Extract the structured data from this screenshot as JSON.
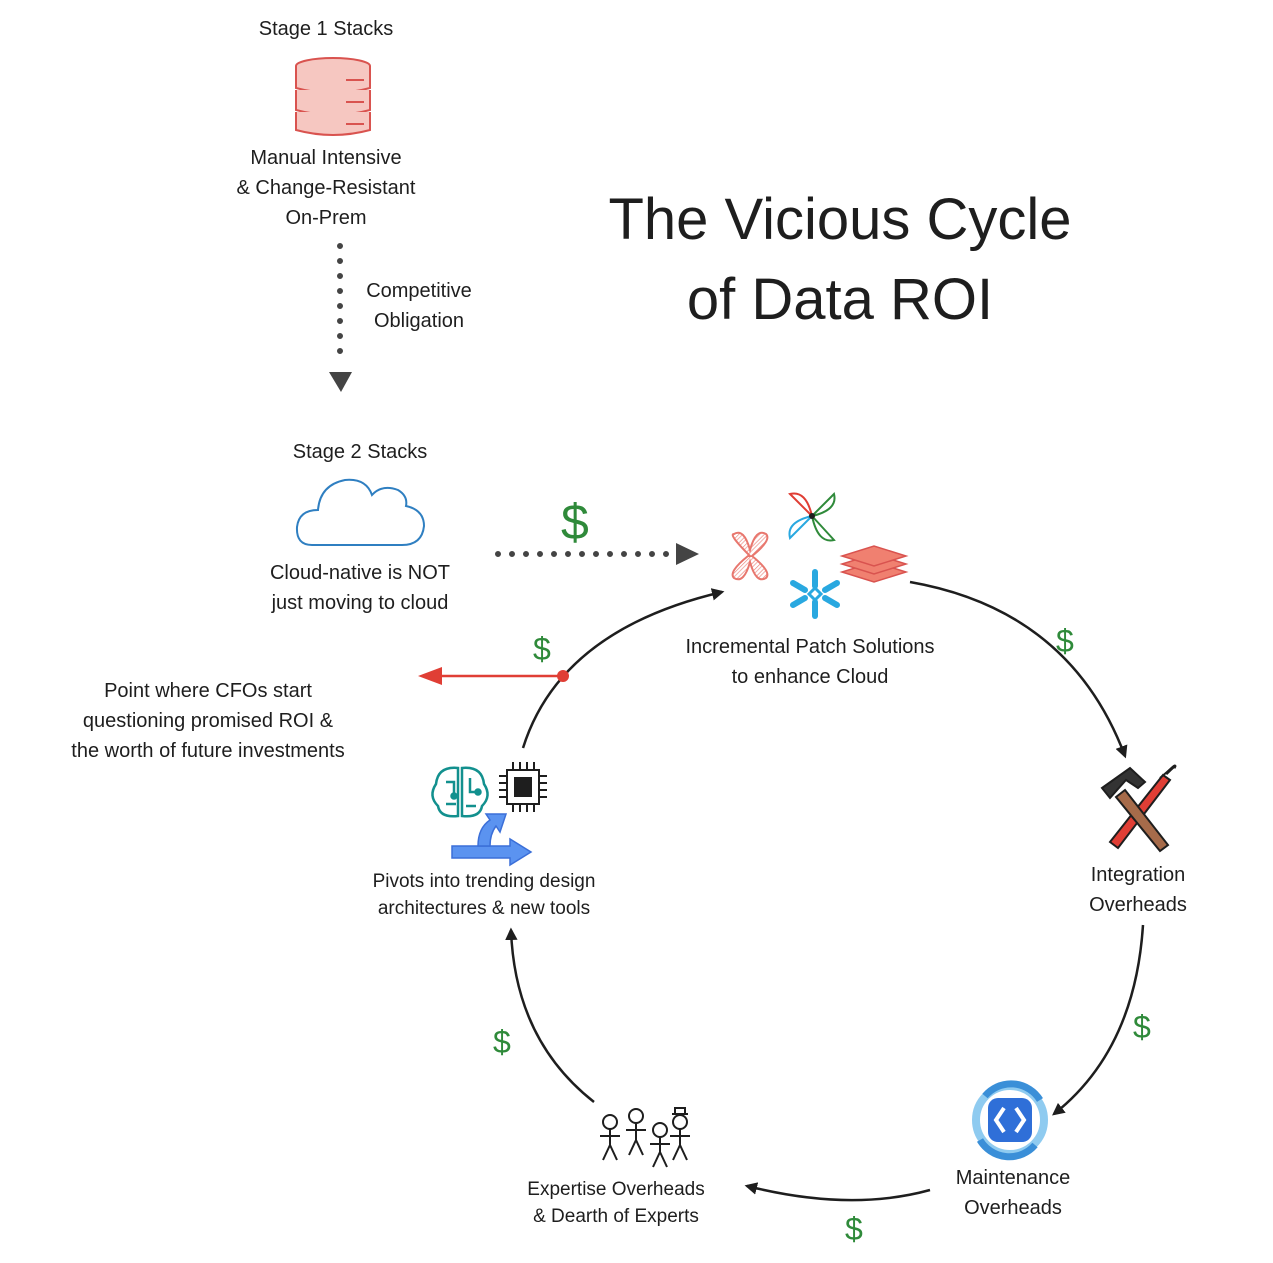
{
  "title": {
    "line1": "The Vicious Cycle",
    "line2": "of Data ROI"
  },
  "stage1": {
    "heading": "Stage 1 Stacks",
    "icon": "database-icon",
    "desc": [
      "Manual Intensive",
      "& Change-Resistant",
      "On-Prem"
    ]
  },
  "transition": {
    "label": [
      "Competitive",
      "Obligation"
    ]
  },
  "stage2": {
    "heading": "Stage 2 Stacks",
    "icon": "cloud-icon",
    "desc": [
      "Cloud-native is NOT",
      "just moving to cloud"
    ]
  },
  "cycle": {
    "patch": {
      "label": [
        "Incremental Patch Solutions",
        "to enhance Cloud"
      ],
      "icons": [
        "sparkle-x-icon",
        "pinwheel-icon",
        "layers-icon",
        "snowflake-icon"
      ]
    },
    "integration": {
      "label": [
        "Integration",
        "Overheads"
      ],
      "icon": "hammer-screwdriver-icon"
    },
    "maintenance": {
      "label": [
        "Maintenance",
        "Overheads"
      ],
      "icon": "refresh-code-icon"
    },
    "expertise": {
      "label": [
        "Expertise Overheads",
        "& Dearth of Experts"
      ],
      "icon": "people-icon"
    },
    "pivots": {
      "label": [
        "Pivots into trending design",
        "architectures & new tools"
      ],
      "icons": [
        "brain-circuit-icon",
        "chip-icon",
        "pivot-arrow-icon"
      ]
    }
  },
  "cfo_note": [
    "Point where CFOs start",
    "questioning promised ROI &",
    "the worth of future investments"
  ],
  "cost_symbol": "$",
  "colors": {
    "cost": "#2f8a3a",
    "alert": "#e03e35",
    "database": "#e8776e",
    "cloud": "#2f7fc1",
    "snowflake": "#29a8e0",
    "pivot": "#3b82f6",
    "neural": "#12908e"
  }
}
